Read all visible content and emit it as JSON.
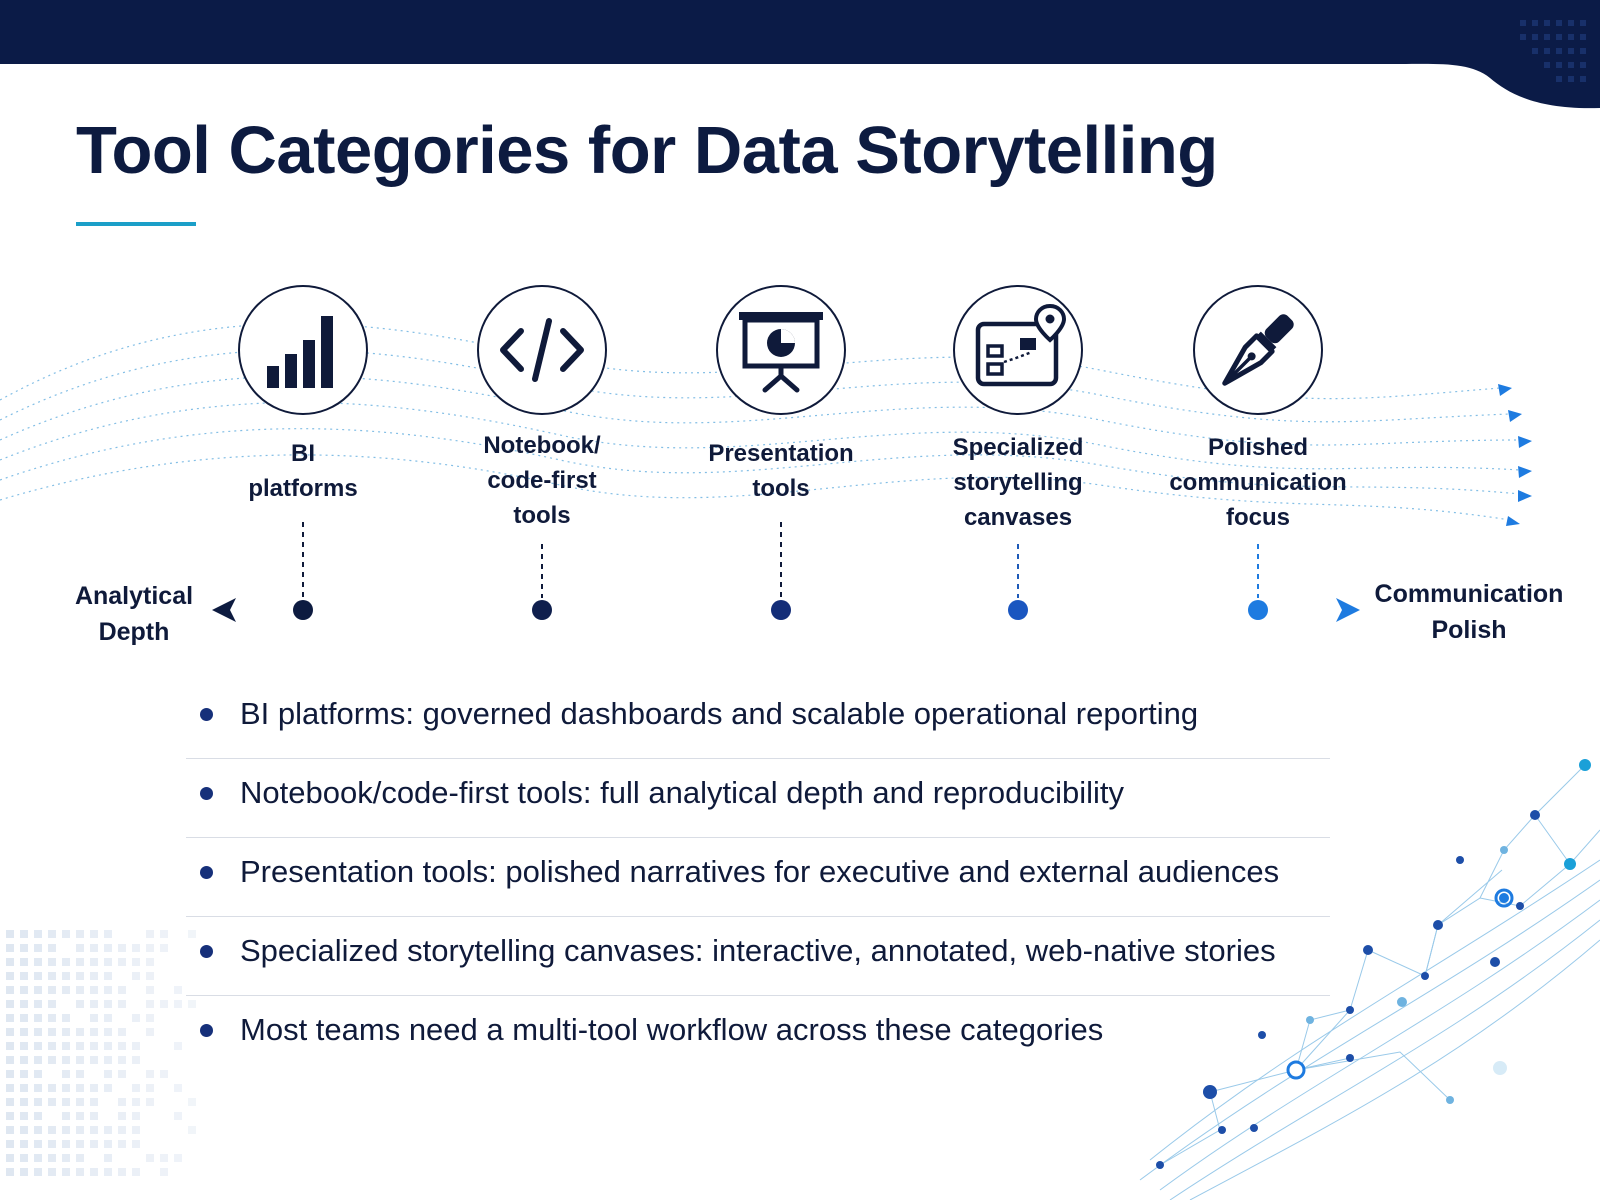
{
  "title": "Tool Categories for Data Storytelling",
  "colors": {
    "navy": "#0b1b47",
    "accent_teal": "#1b9fc8",
    "accent_blue": "#1e7be0",
    "text": "#0f1a3a"
  },
  "axis": {
    "left_label": "Analytical\nDepth",
    "right_label": "Communication\nPolish"
  },
  "stages": [
    {
      "label": "BI\nplatforms",
      "icon": "bar-chart-icon"
    },
    {
      "label": "Notebook/\ncode-first\ntools",
      "icon": "code-brackets-icon"
    },
    {
      "label": "Presentation\ntools",
      "icon": "presentation-board-icon"
    },
    {
      "label": "Specialized\nstorytelling\ncanvases",
      "icon": "map-canvas-pin-icon"
    },
    {
      "label": "Polished\ncommunication\nfocus",
      "icon": "fountain-pen-icon"
    }
  ],
  "bullets": [
    "BI platforms: governed dashboards and scalable operational reporting",
    "Notebook/code-first tools: full analytical depth and reproducibility",
    "Presentation tools: polished narratives for executive and external audiences",
    "Specialized storytelling canvases: interactive, annotated, web-native stories",
    "Most teams need a multi-tool workflow across these categories"
  ]
}
